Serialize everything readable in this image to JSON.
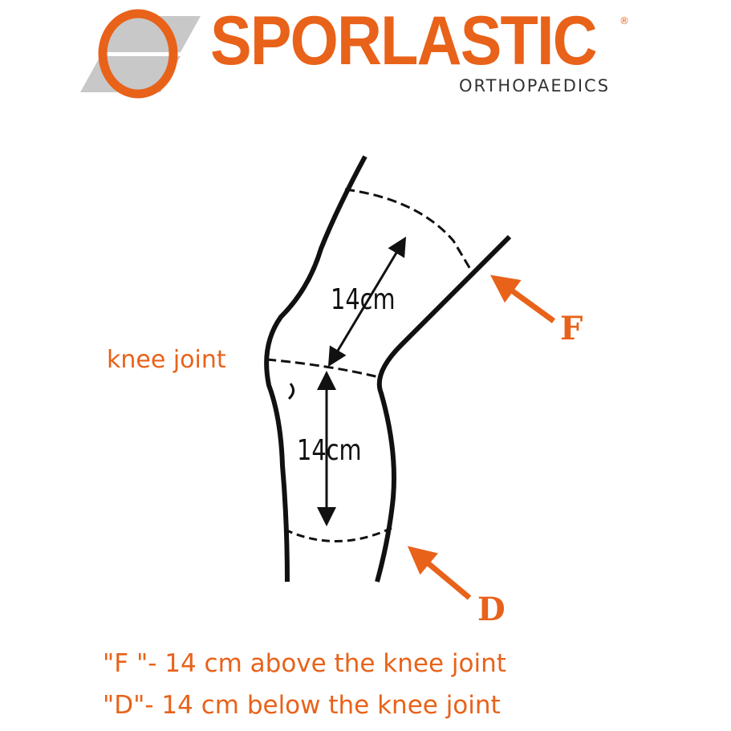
{
  "logo": {
    "brand": "SPORLASTIC",
    "registered": "®",
    "tagline": "ORTHOPAEDICS",
    "color": "#e8621a"
  },
  "diagram": {
    "upper_distance": "14cm",
    "lower_distance": "14cm",
    "knee_label": "knee joint",
    "marker_f": "F",
    "marker_d": "D"
  },
  "legend": {
    "line_f": "\"F \"- 14 cm above the knee joint",
    "line_d": "\"D\"- 14 cm below the knee joint"
  }
}
